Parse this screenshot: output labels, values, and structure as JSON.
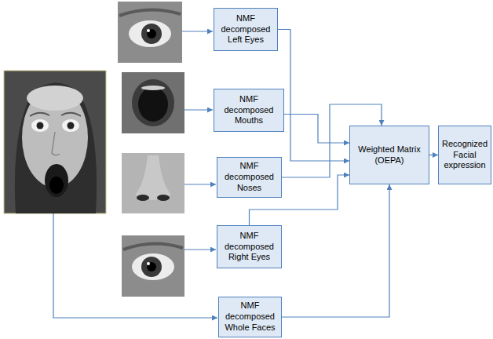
{
  "diagram": {
    "nodes": [
      {
        "text": [
          "NMF decomposed Left Eyes"
        ]
      },
      {
        "text": [
          "NMF decomposed Mouths"
        ]
      },
      {
        "text": [
          "NMF decomposed Noses"
        ]
      },
      {
        "text": [
          "NMF decomposed Right Eyes"
        ]
      },
      {
        "text": [
          "NMF decomposed Whole Faces"
        ]
      },
      {
        "text": [
          "Weighted Matrix (OEPA)"
        ]
      },
      {
        "text": [
          "Recognized Facial expression"
        ]
      }
    ],
    "edges": [
      {
        "from": 0,
        "to": 5,
        "arrow": "to"
      },
      {
        "from": 1,
        "to": 5,
        "arrow": "to"
      },
      {
        "from": 2,
        "to": 5,
        "arrow": "to"
      },
      {
        "from": 3,
        "to": 5,
        "arrow": "to"
      },
      {
        "from": 4,
        "to": 5,
        "arrow": "to"
      },
      {
        "from": 5,
        "to": 6,
        "arrow": "to"
      }
    ]
  }
}
